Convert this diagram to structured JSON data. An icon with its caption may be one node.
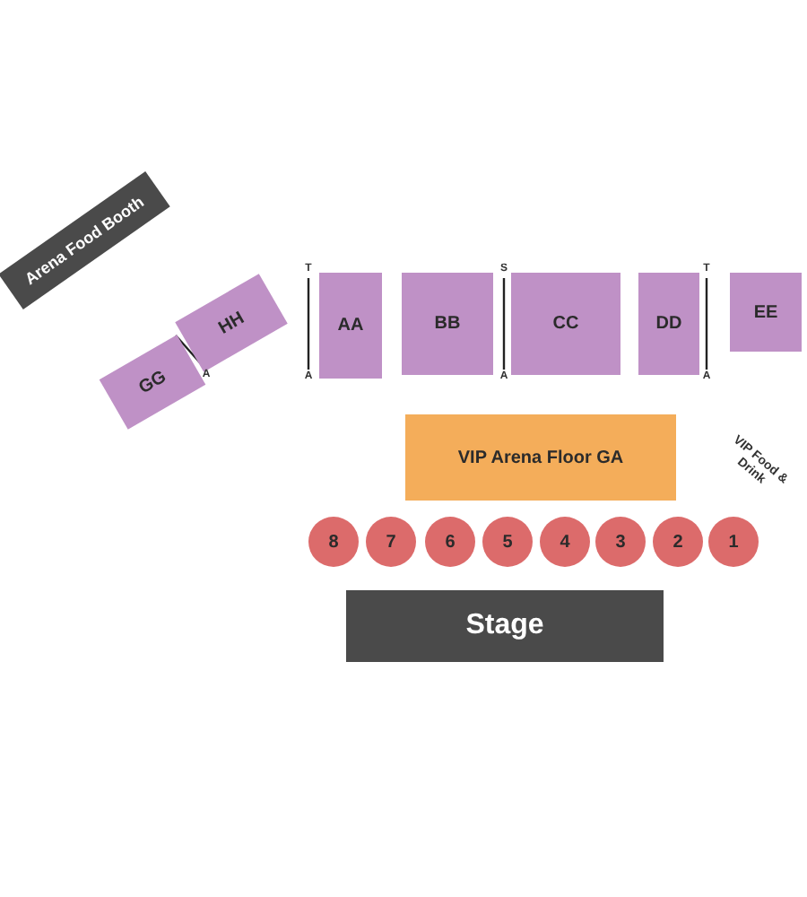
{
  "diagram": {
    "nodes": [
      {
        "text": [
          "Arena Food Booth"
        ]
      },
      {
        "text": [
          "HH"
        ]
      },
      {
        "text": [
          "GG"
        ]
      },
      {
        "text": [
          "AA"
        ]
      },
      {
        "text": [
          "BB"
        ]
      },
      {
        "text": [
          "CC"
        ]
      },
      {
        "text": [
          "DD"
        ]
      },
      {
        "text": [
          "EE"
        ]
      },
      {
        "text": [
          "VIP Arena Floor GA"
        ]
      },
      {
        "text": [
          "8"
        ]
      },
      {
        "text": [
          "7"
        ]
      },
      {
        "text": [
          "6"
        ]
      },
      {
        "text": [
          "5"
        ]
      },
      {
        "text": [
          "4"
        ]
      },
      {
        "text": [
          "3"
        ]
      },
      {
        "text": [
          "2"
        ]
      },
      {
        "text": [
          "1"
        ]
      },
      {
        "text": [
          "Stage"
        ]
      }
    ],
    "edges": [],
    "labels": [
      "T",
      "A",
      "S",
      "A",
      "T",
      "A",
      "A",
      "VIP Food & Drink"
    ]
  }
}
